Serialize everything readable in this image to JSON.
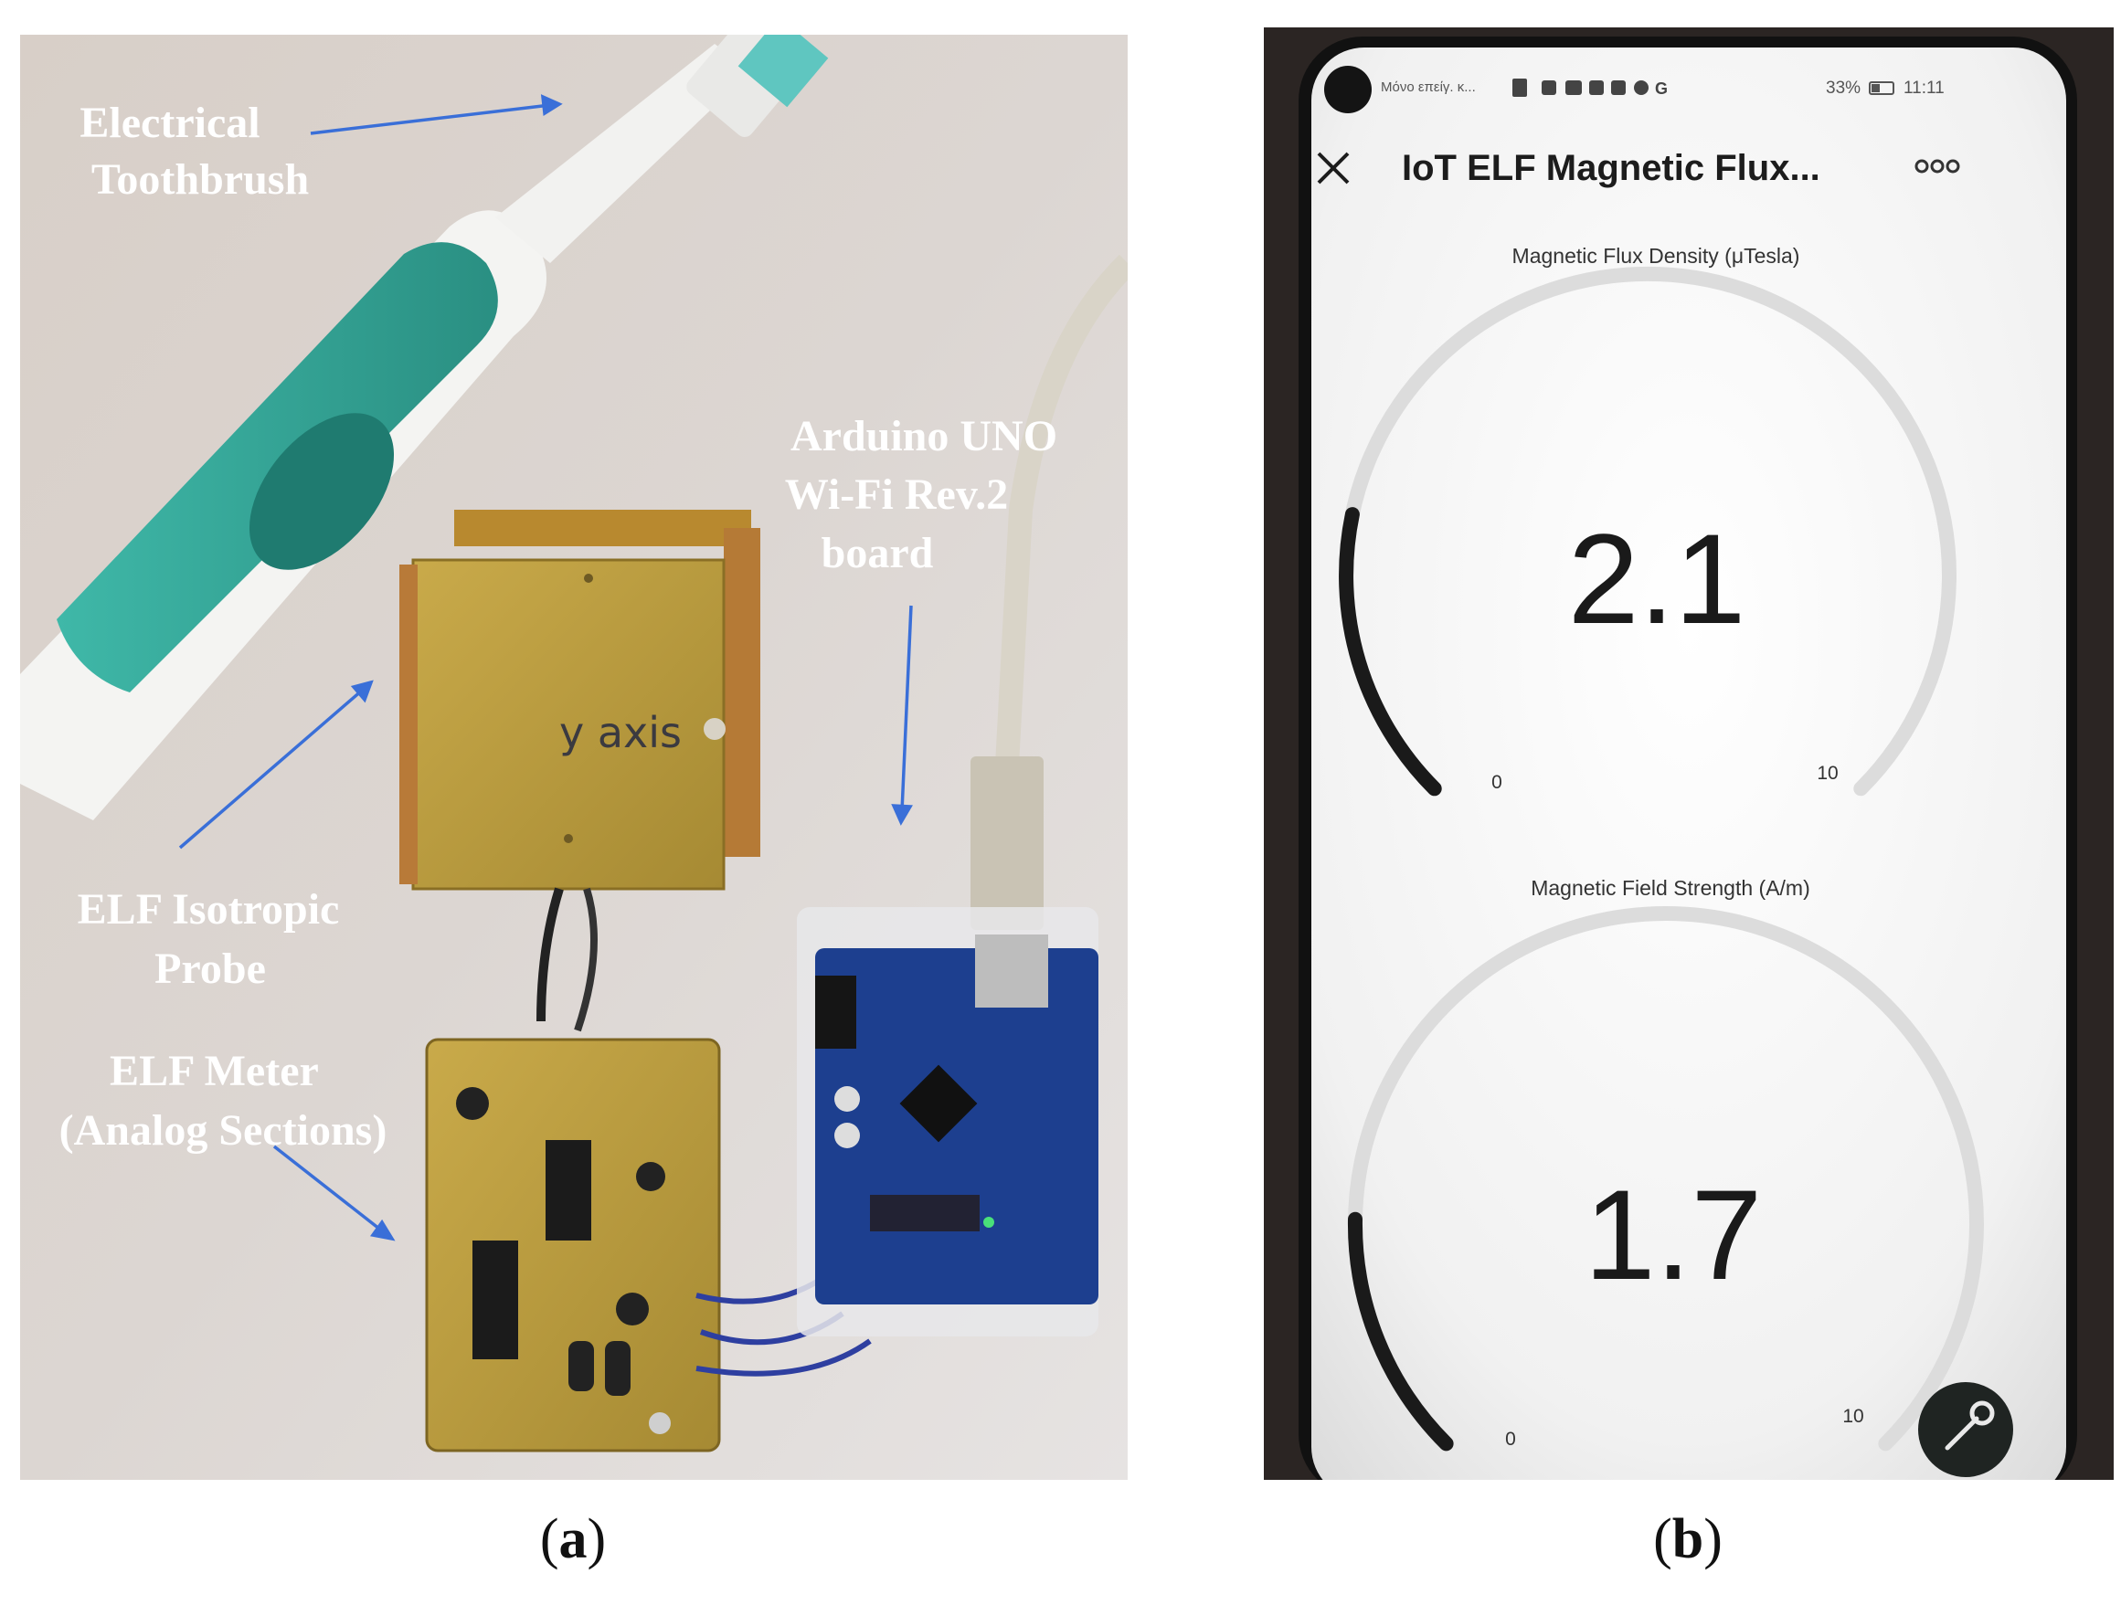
{
  "panel_a": {
    "labels": {
      "toothbrush": [
        "Electrical",
        "Toothbrush"
      ],
      "arduino": [
        "Arduino UNO",
        "Wi-Fi Rev.2",
        "board"
      ],
      "probe": [
        "ELF Isotropic",
        "Probe"
      ],
      "meter": [
        "ELF Meter",
        "(Analog Sections)"
      ],
      "probe_handwriting": "y axis"
    },
    "colors": {
      "arrow": "#3a6fd8",
      "label": "#ffffff"
    }
  },
  "panel_b": {
    "status_bar": {
      "carrier": "Μόνο επείγ. κ...",
      "battery": "33%",
      "time": "11:11"
    },
    "app_header": {
      "title": "IoT ELF Magnetic Flux...",
      "close_icon": "close-icon",
      "more_icon": "more-icon"
    },
    "gauges": [
      {
        "label": "Magnetic Flux Density (μTesla)",
        "value": "2.1",
        "min": "0",
        "max": "10",
        "level": 0.21
      },
      {
        "label": "Magnetic Field Strength (A/m)",
        "value": "1.7",
        "min": "0",
        "max": "10",
        "level": 0.17
      }
    ],
    "fab_icon": "wrench-icon"
  },
  "captions": {
    "a": {
      "open": "(",
      "letter": "a",
      "close": ")"
    },
    "b": {
      "open": "(",
      "letter": "b",
      "close": ")"
    }
  }
}
